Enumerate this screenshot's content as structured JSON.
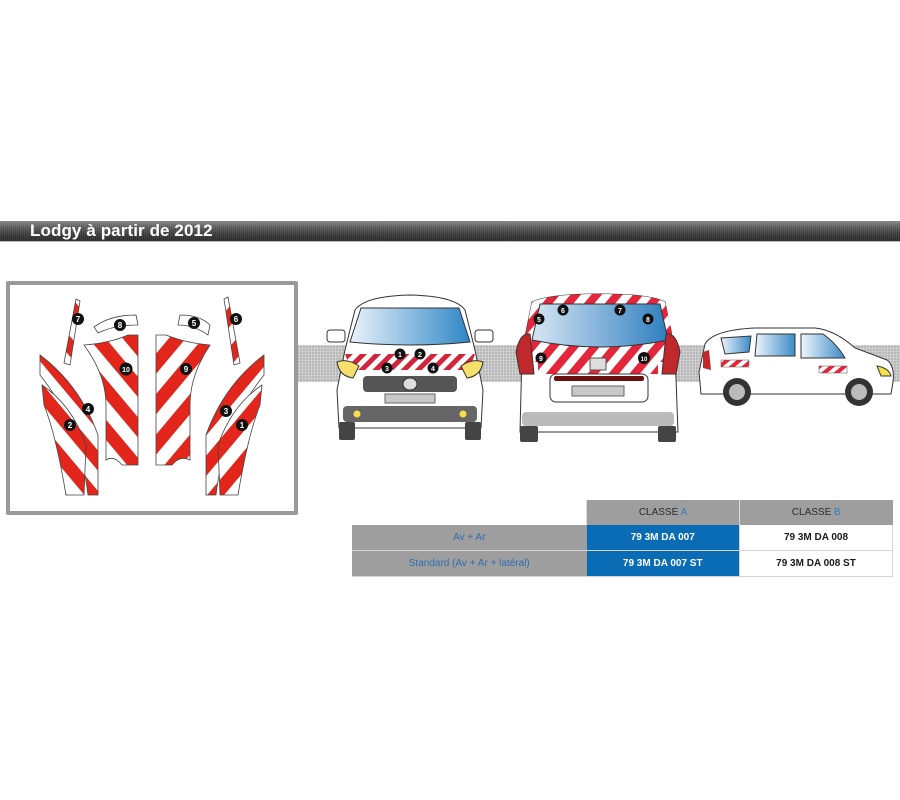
{
  "header": {
    "title": "Lodgy à partir de 2012"
  },
  "sticker_sheet": {
    "pieces": [
      {
        "number": "1",
        "position": "front right lower"
      },
      {
        "number": "2",
        "position": "front left lower"
      },
      {
        "number": "3",
        "position": "front right upper"
      },
      {
        "number": "4",
        "position": "front left upper"
      },
      {
        "number": "5",
        "position": "rear window left top"
      },
      {
        "number": "6",
        "position": "rear pillar right"
      },
      {
        "number": "7",
        "position": "rear pillar left"
      },
      {
        "number": "8",
        "position": "rear window right top"
      },
      {
        "number": "9",
        "position": "rear tailgate left"
      },
      {
        "number": "10",
        "position": "rear tailgate right"
      }
    ],
    "colors": {
      "stripe": "#e3261b",
      "base": "#ffffff"
    }
  },
  "views": {
    "front": {
      "labels": [
        "1",
        "2",
        "3",
        "4"
      ]
    },
    "rear": {
      "labels": [
        "5",
        "6",
        "7",
        "8",
        "9",
        "10"
      ]
    },
    "side": {}
  },
  "table": {
    "columns": [
      {
        "prefix": "CLASSE",
        "class": "A"
      },
      {
        "prefix": "CLASSE",
        "class": "B"
      }
    ],
    "rows": [
      {
        "label": "Av + Ar",
        "class_a": "79 3M DA 007",
        "class_b": "79 3M DA 008"
      },
      {
        "label": "Standard (Av + Ar + latéral)",
        "class_a": "79 3M DA 007 ST",
        "class_b": "79 3M DA 008 ST"
      }
    ],
    "colors": {
      "header_bg": "#9e9e9e",
      "class_a_bg": "#0a6cb5",
      "accent": "#2a7fc4"
    }
  }
}
